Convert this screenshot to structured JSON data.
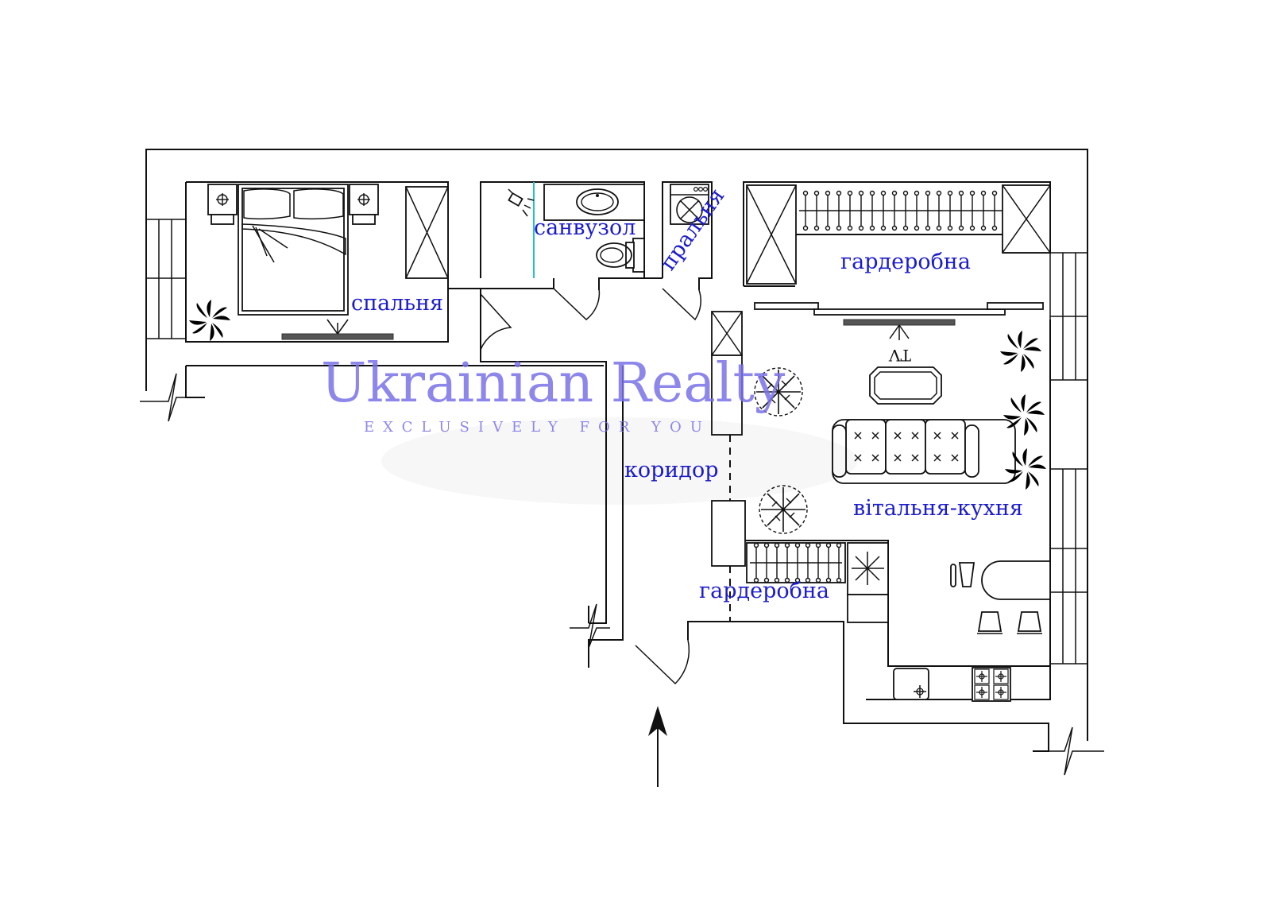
{
  "rooms": {
    "bedroom": "спальня",
    "bathroom": "санвузол",
    "laundry": "пральня",
    "wardrobe_top": "гардеробна",
    "wardrobe_bottom": "гардеробна",
    "corridor": "коридор",
    "living_kitchen": "вітальня-кухня"
  },
  "tv_label": "TV",
  "watermark": {
    "title": "Ukrainian Realty",
    "subtitle": "EXCLUSIVELY FOR YOU"
  },
  "colors": {
    "label": "#1c1ccc",
    "plant": "#1a9a2a",
    "watermark": "#7a72e8"
  },
  "icons": [
    "bed-icon",
    "nightstand-icon",
    "wardrobe-icon",
    "plant-icon",
    "tv-icon",
    "shower-icon",
    "sink-icon",
    "toilet-icon",
    "washing-machine-icon",
    "hanger-rail-icon",
    "sofa-icon",
    "coffee-table-icon",
    "armchair-icon",
    "chair-icon",
    "stove-icon",
    "kitchen-sink-icon",
    "entrance-arrow-icon"
  ]
}
